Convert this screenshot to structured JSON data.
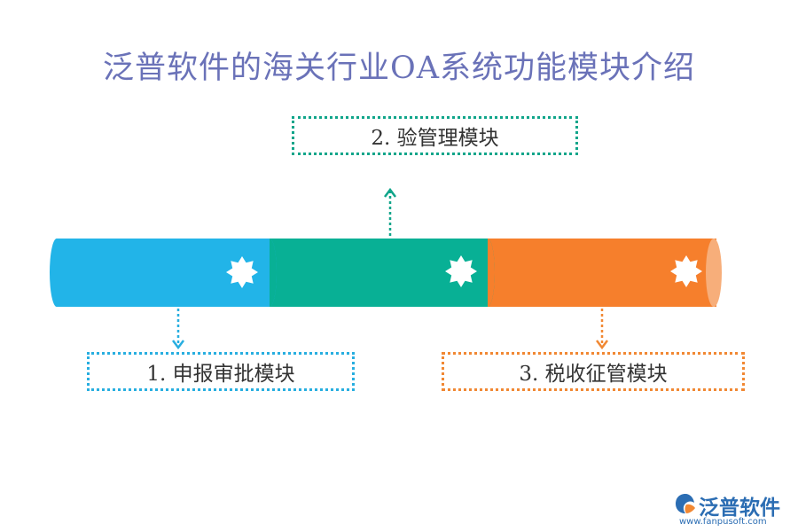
{
  "title": "泛普软件的海关行业OA系统功能模块介绍",
  "modules": [
    {
      "label": "1.  申报审批模块",
      "color": "#22b4e8"
    },
    {
      "label": "2.  验管理模块",
      "color": "#08b095"
    },
    {
      "label": "3.  税收征管模块",
      "color": "#f67f2c"
    }
  ],
  "colors": {
    "title": "#6a72b8",
    "pipe_blue": "#22b4e8",
    "pipe_green": "#08b095",
    "pipe_orange": "#f67f2c",
    "pipe_cap": "#f7ae7a"
  },
  "logo": {
    "name": "泛普软件",
    "url": "www.fanpusoft.com",
    "icon": "fanpu-logo-icon"
  }
}
